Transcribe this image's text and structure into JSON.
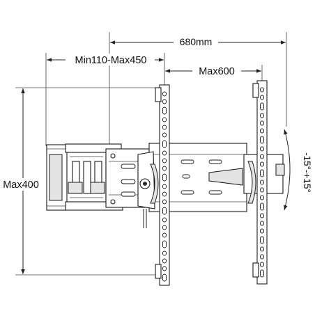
{
  "dimensions": {
    "total_width": "680mm",
    "arm_extension": "Min110-Max450",
    "bracket_spacing": "Max600",
    "height": "Max400",
    "tilt": "-15°-+15°"
  },
  "colors": {
    "line": "#1a1a1a",
    "fill_light": "#e4e4e4",
    "background": "#ffffff"
  }
}
